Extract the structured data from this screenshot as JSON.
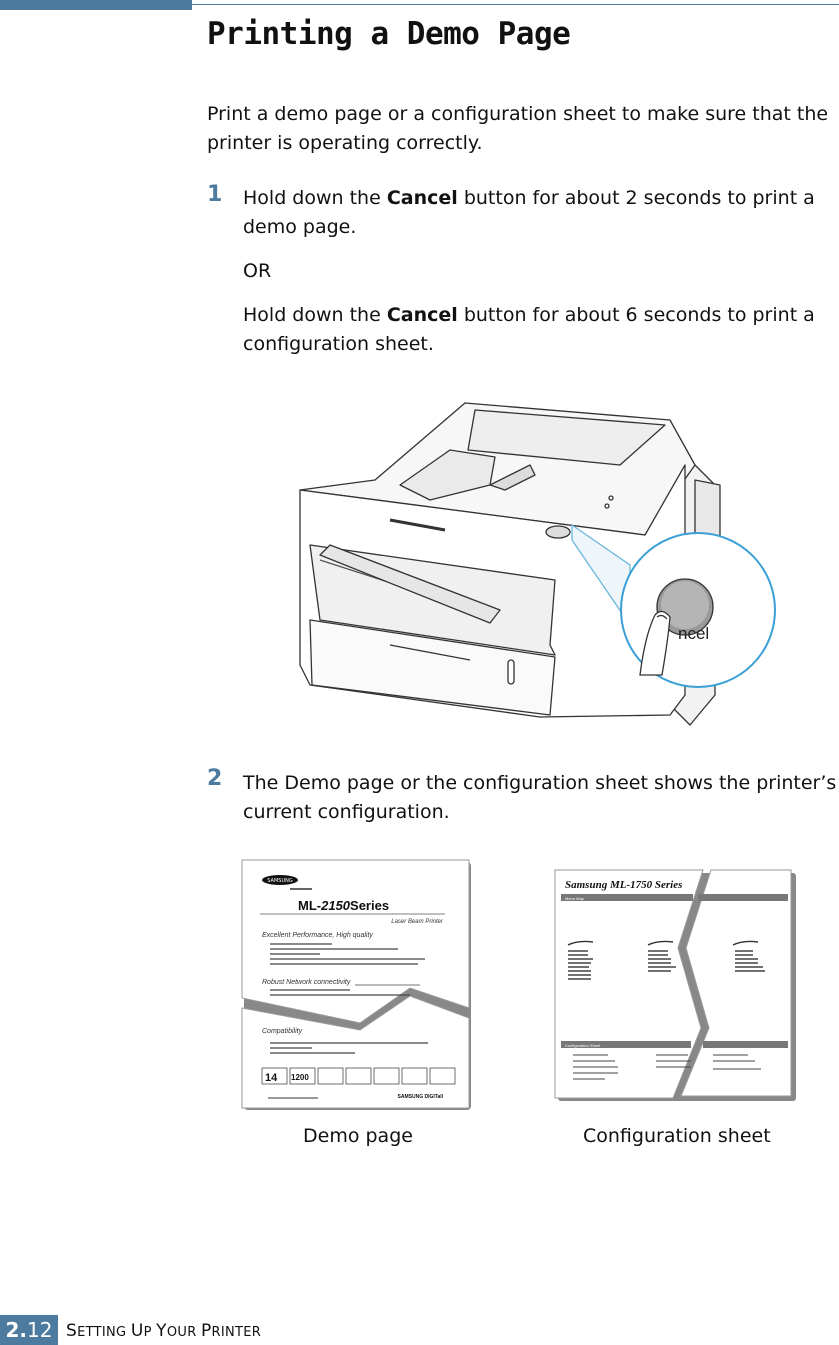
{
  "page": {
    "title": "Printing a Demo Page",
    "intro": "Print a demo page or a configuration sheet to make sure that the printer is operating correctly."
  },
  "steps": [
    {
      "number": "1",
      "text_before": "Hold down the ",
      "bold": "Cancel",
      "text_after": " button for about 2 seconds to print a demo page.",
      "or": "OR",
      "alt_before": "Hold down the ",
      "alt_bold": "Cancel",
      "alt_after": " button for about 6 seconds to print a configuration sheet."
    },
    {
      "number": "2",
      "text": "The Demo page or the configuration sheet shows the printer’s current configuration."
    }
  ],
  "figure_printer": {
    "button_label": "ncel"
  },
  "figure_sheets": {
    "demo": {
      "brand": "SAMSUNG",
      "model_prefix": "ML-",
      "model_number": "2150",
      "model_suffix": "Series",
      "subtitle": "Laser Beam Printer",
      "section1": "Excellent Performance, High quality",
      "section2": "Robust Network connectivity",
      "section3": "Compatibility",
      "badge1": "14",
      "badge2": "1200",
      "footer_brand": "SAMSUNG DIGITall",
      "caption": "Demo page"
    },
    "config": {
      "title": "Samsung ML-1750 Series",
      "menu_header": "Menu Map",
      "config_header": "Configuration Sheet",
      "caption": "Configuration sheet"
    }
  },
  "footer": {
    "chapter": "2.",
    "page": "12",
    "section_S": "S",
    "section_rest1": "ETTING ",
    "section_U": "U",
    "section_rest2": "P ",
    "section_Y": "Y",
    "section_rest3": "OUR ",
    "section_P": "P",
    "section_rest4": "RINTER"
  }
}
